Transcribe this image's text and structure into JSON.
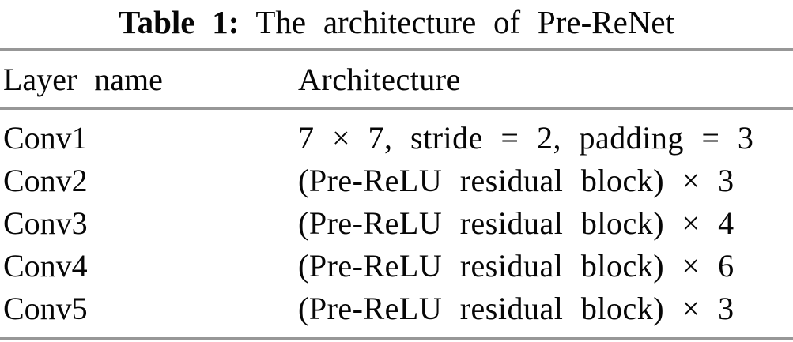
{
  "table": {
    "caption": {
      "label": "Table 1:",
      "text": "The architecture of Pre-ReNet"
    },
    "columns": [
      "Layer name",
      "Architecture"
    ],
    "rows": [
      {
        "layer": "Conv1",
        "architecture": "7 × 7, stride = 2, padding = 3"
      },
      {
        "layer": "Conv2",
        "architecture": "(Pre-ReLU residual block) × 3"
      },
      {
        "layer": "Conv3",
        "architecture": "(Pre-ReLU residual block) × 4"
      },
      {
        "layer": "Conv4",
        "architecture": "(Pre-ReLU residual block) × 6"
      },
      {
        "layer": "Conv5",
        "architecture": "(Pre-ReLU residual block) × 3"
      }
    ],
    "colors": {
      "text": "#060606",
      "rule": "#979797",
      "background": "#ffffff"
    }
  }
}
